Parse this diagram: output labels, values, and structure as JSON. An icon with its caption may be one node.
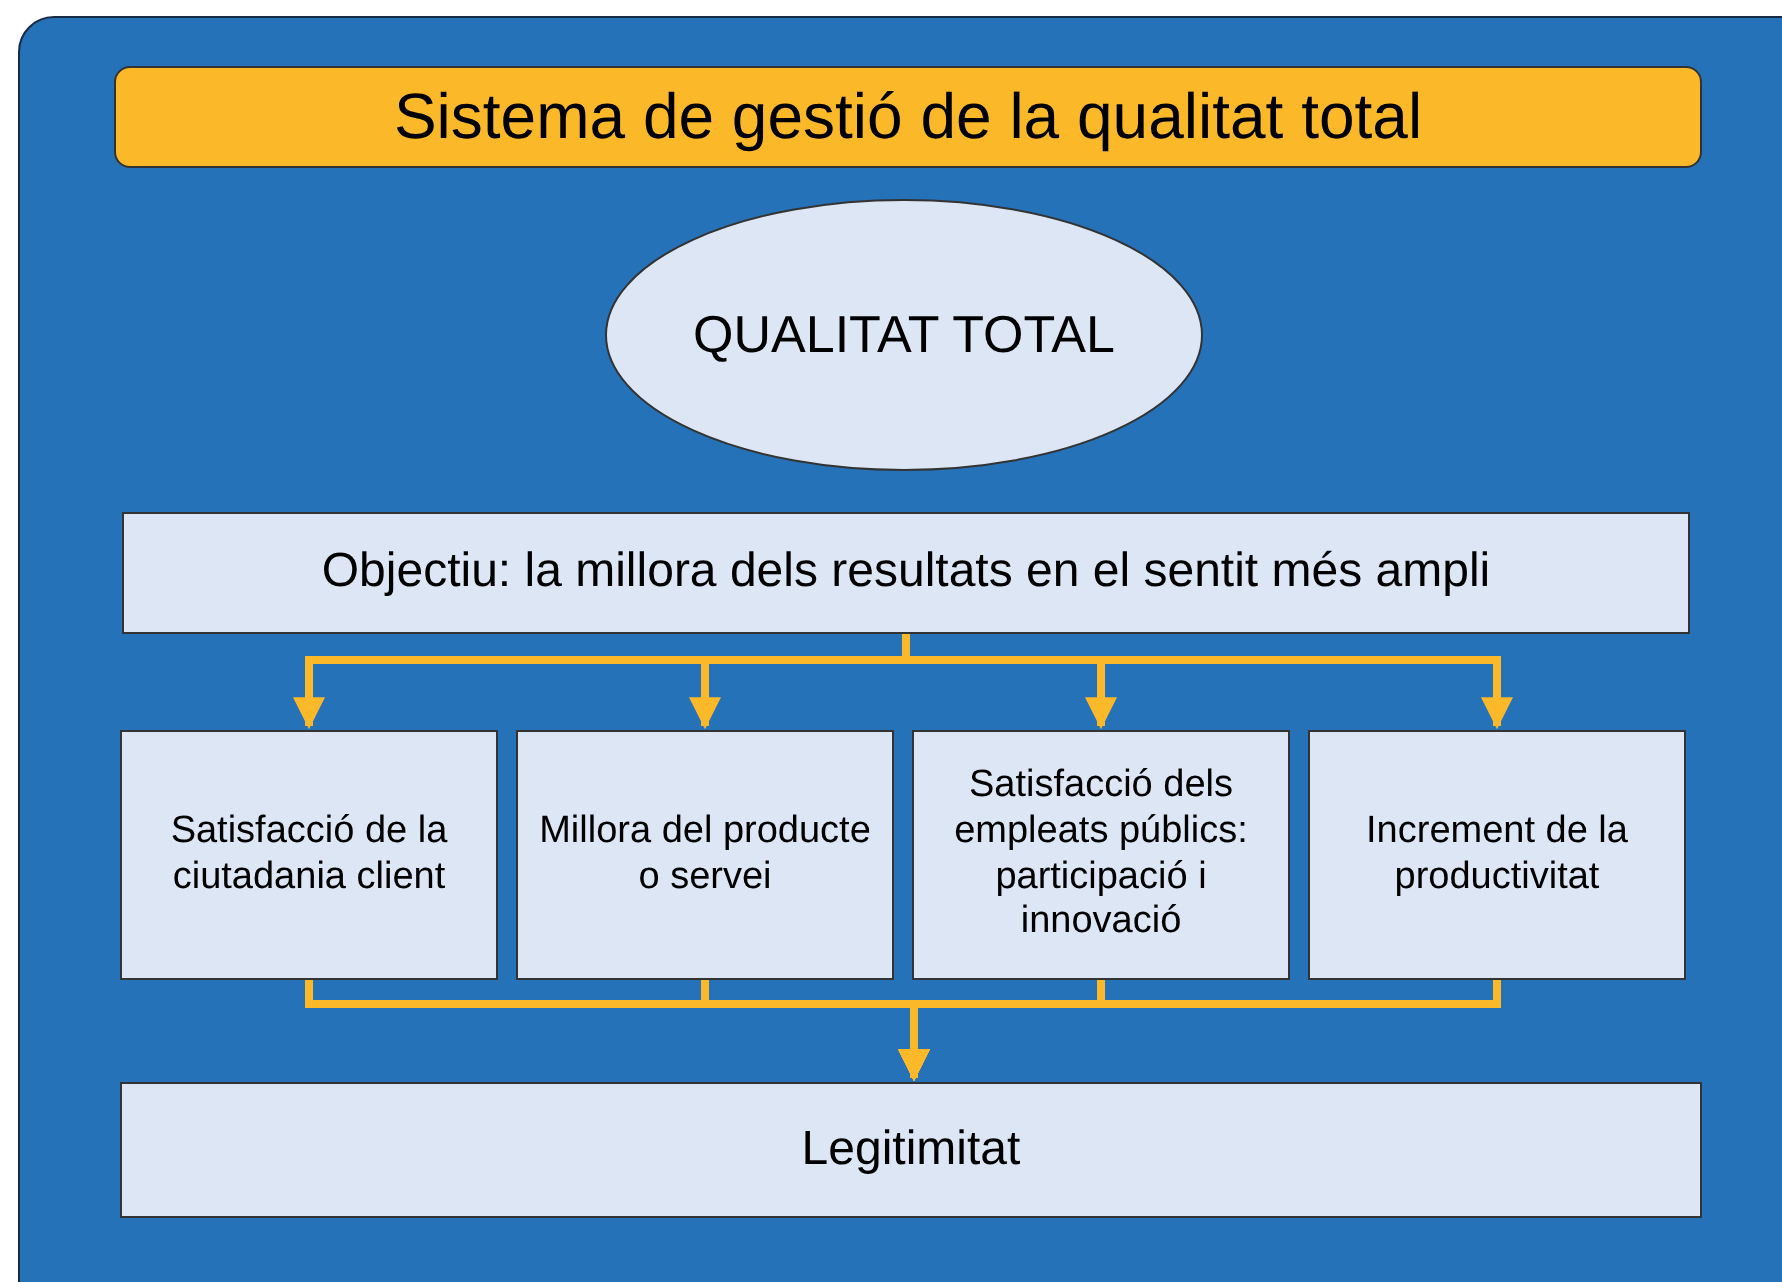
{
  "diagram": {
    "title": "Sistema de gestió de la qualitat total",
    "nodes": [
      {
        "text": [
          "QUALITAT TOTAL"
        ]
      },
      {
        "text": [
          "Objectiu: la millora dels resultats en el sentit més ampli"
        ]
      },
      {
        "text": [
          "Satisfacció de la ciutadania client"
        ]
      },
      {
        "text": [
          "Millora del producte o servei"
        ]
      },
      {
        "text": [
          "Satisfacció dels empleats públics: participació i innovació"
        ]
      },
      {
        "text": [
          "Increment de la productivitat"
        ]
      },
      {
        "text": [
          "Legitimitat"
        ]
      }
    ],
    "edges": [
      {
        "from": 1,
        "to": 2,
        "arrow": "to"
      },
      {
        "from": 1,
        "to": 3,
        "arrow": "to"
      },
      {
        "from": 1,
        "to": 4,
        "arrow": "to"
      },
      {
        "from": 1,
        "to": 5,
        "arrow": "to"
      },
      {
        "from": 2,
        "to": 6,
        "arrow": "to"
      },
      {
        "from": 3,
        "to": 6,
        "arrow": "to"
      },
      {
        "from": 4,
        "to": 6,
        "arrow": "to"
      },
      {
        "from": 5,
        "to": 6,
        "arrow": "to"
      }
    ]
  }
}
